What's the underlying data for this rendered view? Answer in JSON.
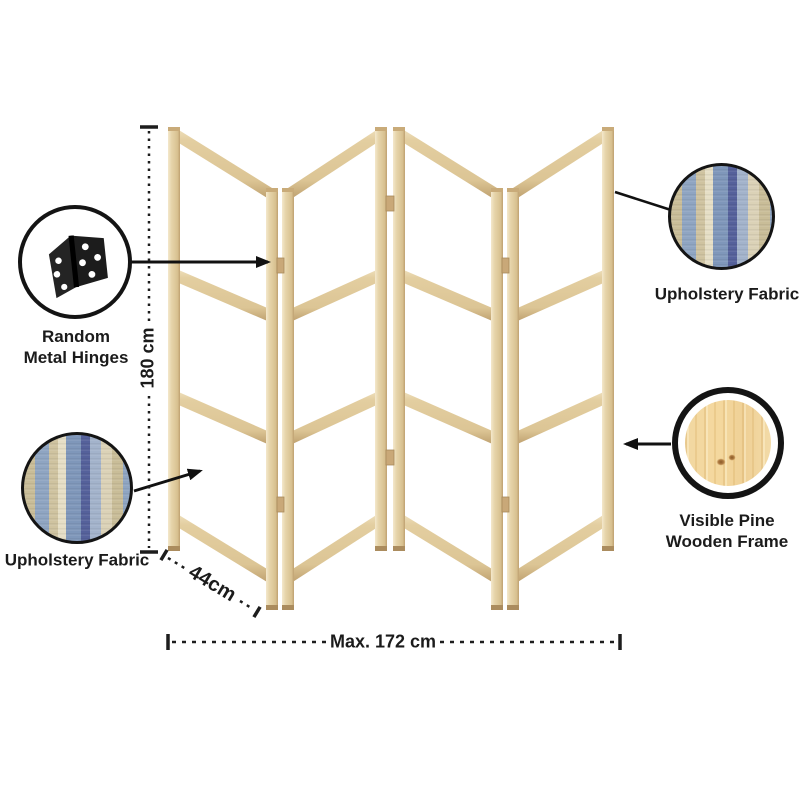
{
  "figure": {
    "title": "Folding screen room divider product diagram",
    "dimensions": {
      "height": "180 cm",
      "panel_width": "44cm",
      "max_total_width": "Max. 172 cm"
    },
    "callouts": {
      "hinges": {
        "icon": "metal-hinge-icon",
        "line1": "Random",
        "line2": "Metal Hinges"
      },
      "fabric_bottom_left": {
        "icon": "striped-fabric-swatch",
        "label": "Upholstery Fabric"
      },
      "fabric_top_right": {
        "icon": "striped-fabric-swatch",
        "label": "Upholstery Fabric"
      },
      "frame_bottom_right": {
        "icon": "pine-wood-swatch",
        "line1": "Visible Pine",
        "line2": "Wooden Frame"
      }
    },
    "colors": {
      "wood_light": "#f0e2c0",
      "wood_mid": "#ddc795",
      "wood_dark": "#bb9c6a",
      "fabric_navy": "#55619b",
      "fabric_blue": "#8fa5c2",
      "fabric_beige": "#c9bd98",
      "fabric_cream": "#e6dfc6",
      "pine": "#f2d8a2",
      "line": "#1b1b1b"
    },
    "panel_count": 4
  }
}
